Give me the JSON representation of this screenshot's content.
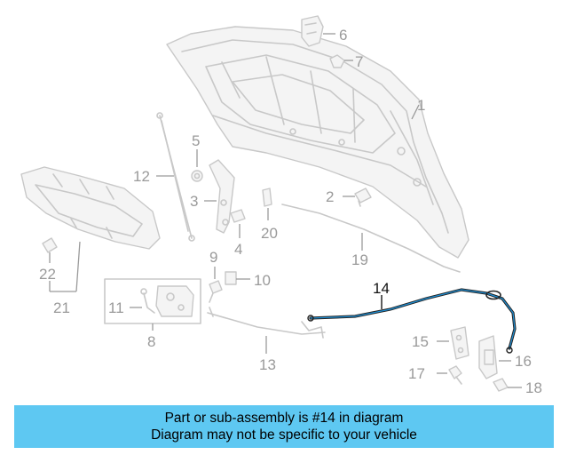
{
  "callouts": [
    "1",
    "2",
    "3",
    "4",
    "5",
    "6",
    "7",
    "8",
    "9",
    "10",
    "11",
    "12",
    "13",
    "14",
    "15",
    "16",
    "17",
    "18",
    "19",
    "20",
    "21",
    "22"
  ],
  "highlighted_part": "14",
  "banner": {
    "line1": "Part or sub-assembly is #14 in diagram",
    "line2": "Diagram may not be specific to your vehicle",
    "color": "#5ec8f2"
  },
  "colors": {
    "part_outline": "#c8c8c8",
    "callout": "#9a9a9a",
    "highlight": "#111111",
    "cable_core": "#1e90d6"
  }
}
